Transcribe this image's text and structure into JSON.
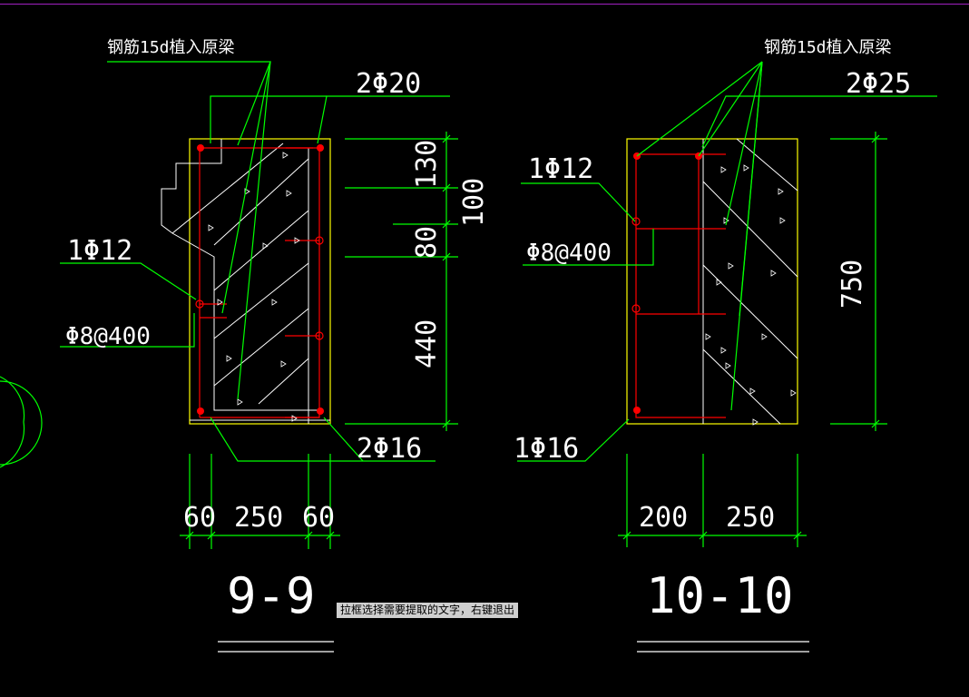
{
  "section_9": {
    "note": "钢筋15d植入原梁",
    "top_bar": "2Φ20",
    "side_bar": "1Φ12",
    "stirrup": "Φ8@400",
    "bottom_bar": "2Φ16",
    "v_dims": [
      "130",
      "100",
      "80",
      "440"
    ],
    "h_dims": [
      "60",
      "250",
      "60"
    ],
    "title": "9-9"
  },
  "section_10": {
    "note": "钢筋15d植入原梁",
    "top_bar": "2Φ25",
    "side_bar": "1Φ12",
    "stirrup": "Φ8@400",
    "bottom_bar": "1Φ16",
    "v_dim": "750",
    "h_dims": [
      "200",
      "250"
    ],
    "title": "10-10"
  },
  "status_tip": "拉框选择需要提取的文字，右键退出",
  "colors": {
    "background": "#000000",
    "concrete_outline": "#ffff00",
    "rebar": "#ff0000",
    "dimension": "#00ff00",
    "leader": "#00ff00",
    "text": "#ffffff"
  }
}
